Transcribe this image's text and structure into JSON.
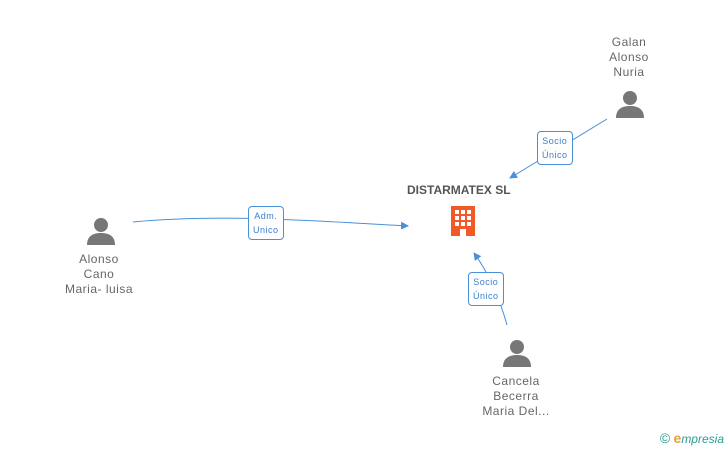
{
  "company": {
    "name": "DISTARMATEX SL"
  },
  "people": [
    {
      "id": "galan",
      "lines": [
        "Galan",
        "Alonso",
        "Nuria"
      ]
    },
    {
      "id": "alonso",
      "lines": [
        "Alonso",
        "Cano",
        "Maria- luisa"
      ]
    },
    {
      "id": "cancela",
      "lines": [
        "Cancela",
        "Becerra",
        "Maria Del..."
      ]
    }
  ],
  "edges": [
    {
      "from": "galan",
      "lines": [
        "Socio",
        "Único"
      ]
    },
    {
      "from": "alonso",
      "lines": [
        "Adm.",
        "Unico"
      ]
    },
    {
      "from": "cancela",
      "lines": [
        "Socio",
        "Único"
      ]
    }
  ],
  "footer": {
    "copyright": "©",
    "brand_initial": "e",
    "brand_rest": "mpresia"
  },
  "colors": {
    "edge": "#4a90d9",
    "company_icon": "#f05a28",
    "person_icon": "#777777"
  }
}
